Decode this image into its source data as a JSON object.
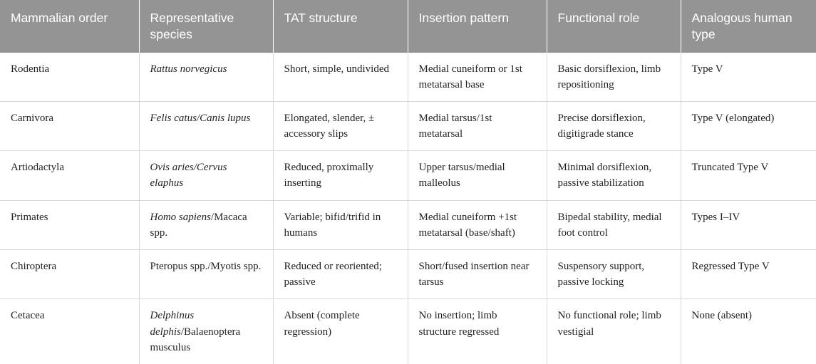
{
  "table": {
    "caption": "",
    "columns": [
      {
        "key": "order",
        "label": "Mammalian order"
      },
      {
        "key": "species",
        "label": "Representative species"
      },
      {
        "key": "structure",
        "label": "TAT structure"
      },
      {
        "key": "insertion",
        "label": "Insertion pattern"
      },
      {
        "key": "role",
        "label": "Functional role"
      },
      {
        "key": "analog",
        "label": "Analogous human type"
      }
    ],
    "header_background": "#949494",
    "header_text_color": "#ffffff",
    "grid_line_color": "#d9d9d9",
    "body_text_color": "#231f20",
    "rows": [
      {
        "order": "Rodentia",
        "species_italic": "Rattus norvegicus",
        "species_roman": "",
        "structure": "Short, simple, undivided",
        "insertion": "Medial cuneiform or 1st metatarsal base",
        "role": "Basic dorsiflexion, limb repositioning",
        "analog": "Type V"
      },
      {
        "order": "Carnivora",
        "species_italic": "Felis catus/Canis lupus",
        "species_roman": "",
        "structure": "Elongated, slender, ± accessory slips",
        "insertion": "Medial tarsus/1st metatarsal",
        "role": "Precise dorsiflexion, digitigrade stance",
        "analog": "Type V (elongated)"
      },
      {
        "order": "Artiodactyla",
        "species_italic": "Ovis aries/Cervus elaphus",
        "species_roman": "",
        "structure": "Reduced, proximally inserting",
        "insertion": "Upper tarsus/medial malleolus",
        "role": "Minimal dorsiflexion, passive stabilization",
        "analog": "Truncated Type V"
      },
      {
        "order": "Primates",
        "species_italic": "Homo sapiens",
        "species_roman": "/Macaca spp.",
        "structure": "Variable; bifid/trifid in humans",
        "insertion": "Medial cuneiform +1st metatarsal (base/shaft)",
        "role": "Bipedal stability, medial foot control",
        "analog": "Types I–IV"
      },
      {
        "order": "Chiroptera",
        "species_italic": "",
        "species_roman": "Pteropus spp./Myotis spp.",
        "structure": "Reduced or reoriented; passive",
        "insertion": "Short/fused insertion near tarsus",
        "role": "Suspensory support, passive locking",
        "analog": "Regressed Type V"
      },
      {
        "order": "Cetacea",
        "species_italic": "Delphinus delphis",
        "species_roman": "/Balaenoptera musculus",
        "structure": "Absent (complete regression)",
        "insertion": "No insertion; limb structure regressed",
        "role": "No functional role; limb vestigial",
        "analog": "None (absent)"
      }
    ]
  }
}
